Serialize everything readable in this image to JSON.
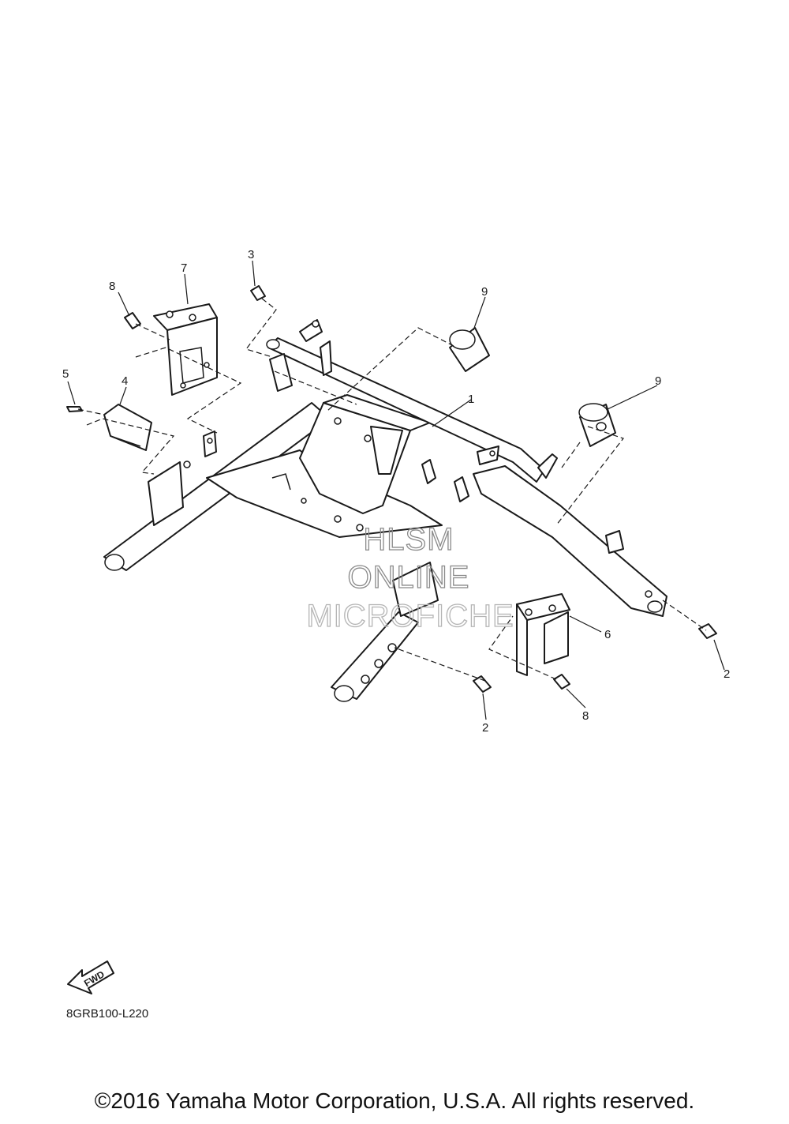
{
  "callouts": {
    "c1": "1",
    "c2_right": "2",
    "c2_bottom": "2",
    "c3": "3",
    "c4": "4",
    "c5": "5",
    "c6": "6",
    "c7": "7",
    "c8_top": "8",
    "c8_bottom": "8",
    "c9_center": "9",
    "c9_right": "9"
  },
  "watermark": {
    "line1": "HLSM",
    "line2": "ONLINE",
    "line3": "MICROFICHE"
  },
  "fwd_label": "FWD",
  "diagram_code": "8GRB100-L220",
  "copyright": "©2016 Yamaha Motor Corporation, U.S.A. All rights reserved."
}
